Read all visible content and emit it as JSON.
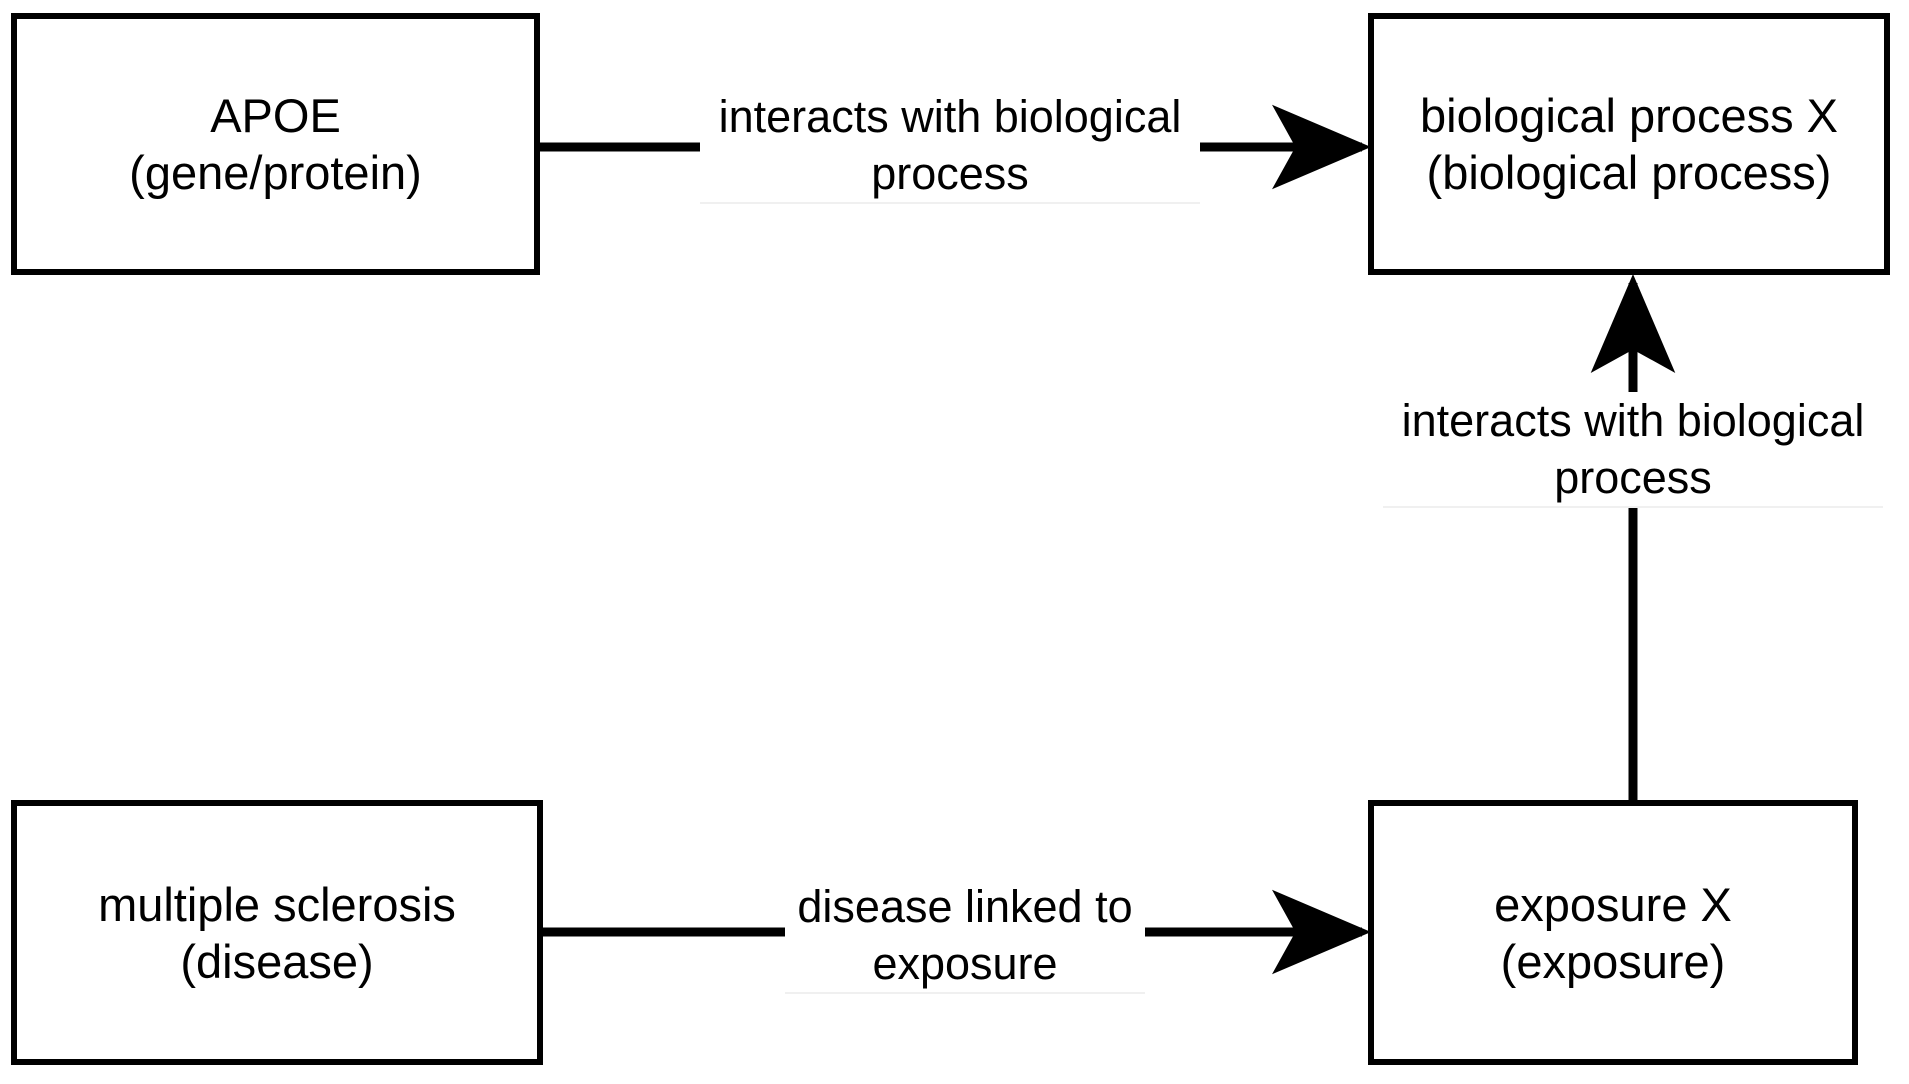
{
  "diagram": {
    "background_color": "#ffffff",
    "line_color": "#000000",
    "text_color": "#000000",
    "nodes": [
      {
        "id": "apoe",
        "label": "APOE",
        "type_label": "(gene/protein)",
        "position": "top-left"
      },
      {
        "id": "biological-process-x",
        "label": "biological process X",
        "type_label": "(biological process)",
        "position": "top-right"
      },
      {
        "id": "multiple-sclerosis",
        "label": "multiple sclerosis",
        "type_label": "(disease)",
        "position": "bottom-left"
      },
      {
        "id": "exposure-x",
        "label": "exposure X",
        "type_label": "(exposure)",
        "position": "bottom-right"
      }
    ],
    "edges": [
      {
        "id": "apoe-to-biological-process-x",
        "source": "apoe",
        "target": "biological-process-x",
        "label_line1": "interacts with biological",
        "label_line2": "process",
        "direction": "left-to-right"
      },
      {
        "id": "exposure-x-to-biological-process-x",
        "source": "exposure-x",
        "target": "biological-process-x",
        "label_line1": "interacts with biological",
        "label_line2": "process",
        "direction": "bottom-to-top"
      },
      {
        "id": "multiple-sclerosis-to-exposure-x",
        "source": "multiple-sclerosis",
        "target": "exposure-x",
        "label_line1": "disease linked to",
        "label_line2": "exposure",
        "direction": "left-to-right"
      }
    ]
  }
}
